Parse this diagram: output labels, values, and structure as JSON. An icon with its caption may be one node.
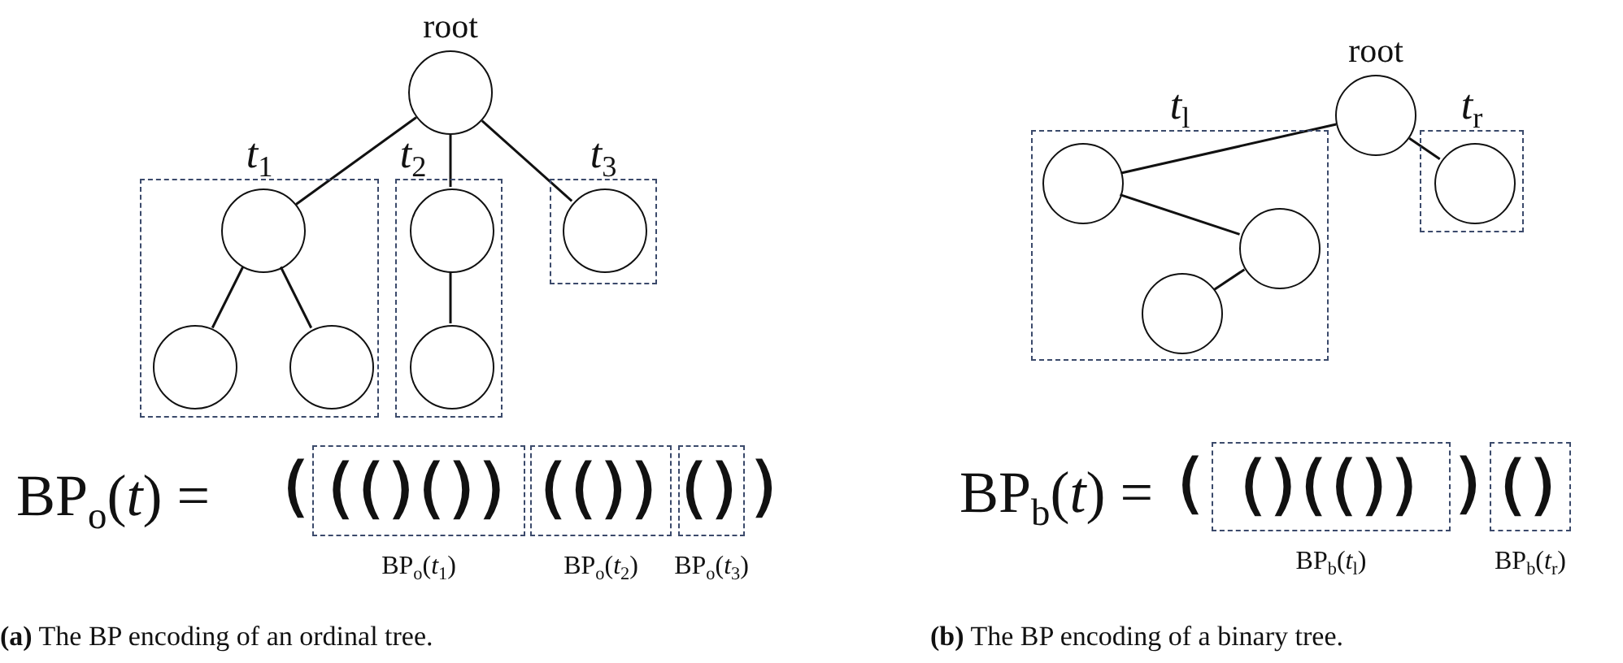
{
  "diagram": {
    "nodes": [
      {
        "text": [
          "root"
        ]
      },
      {
        "text": [
          "*t*$_{1}$"
        ]
      },
      {
        "text": [
          "*t*$_{2}$"
        ]
      },
      {
        "text": [
          "*t*$_{3}$"
        ]
      },
      {
        "text": [],
        "shape": "circle",
        "in": 1
      },
      {
        "text": [],
        "shape": "circle",
        "in": 1
      },
      {
        "text": [],
        "shape": "circle",
        "in": 1
      },
      {
        "text": [],
        "shape": "circle",
        "in": 2
      },
      {
        "text": [],
        "shape": "circle",
        "in": 2
      },
      {
        "text": [],
        "shape": "circle",
        "in": 3
      },
      {
        "text": [
          "(()())",
          "BP$_{o}$(*t*$_{1}$)"
        ]
      },
      {
        "text": [
          "(())",
          "BP$_{o}$(*t*$_{2}$)"
        ]
      },
      {
        "text": [
          "()",
          "BP$_{o}$(*t*$_{3}$)"
        ]
      },
      {
        "text": [
          "root"
        ]
      },
      {
        "text": [
          "*t*$_{l}$"
        ]
      },
      {
        "text": [
          "*t*$_{r}$"
        ]
      },
      {
        "text": [],
        "shape": "circle",
        "in": 14
      },
      {
        "text": [],
        "shape": "circle",
        "in": 14
      },
      {
        "text": [],
        "shape": "circle",
        "in": 14
      },
      {
        "text": [],
        "shape": "circle",
        "in": 15
      },
      {
        "text": [
          "()(())",
          "BP$_{b}$(*t*$_{l}$)"
        ]
      },
      {
        "text": [
          "()",
          "BP$_{b}$(*t*$_{r}$)"
        ]
      }
    ],
    "edges": [
      {
        "from": 0,
        "to": 4,
        "arrow": "none"
      },
      {
        "from": 0,
        "to": 7,
        "arrow": "none"
      },
      {
        "from": 0,
        "to": 9,
        "arrow": "none"
      },
      {
        "from": 4,
        "to": 5,
        "arrow": "none"
      },
      {
        "from": 4,
        "to": 6,
        "arrow": "none"
      },
      {
        "from": 7,
        "to": 8,
        "arrow": "none"
      },
      {
        "from": 13,
        "to": 16,
        "arrow": "none"
      },
      {
        "from": 16,
        "to": 17,
        "arrow": "none"
      },
      {
        "from": 17,
        "to": 18,
        "arrow": "none"
      },
      {
        "from": 13,
        "to": 19,
        "arrow": "none"
      }
    ],
    "labels": [
      "BP$_{o}$(*t*) =",
      "(",
      ")",
      "BP$_{b}$(*t*) =",
      "(",
      ")",
      "**(a)** The BP encoding of an ordinal tree.",
      "**(b)** The BP encoding of a binary tree."
    ]
  }
}
